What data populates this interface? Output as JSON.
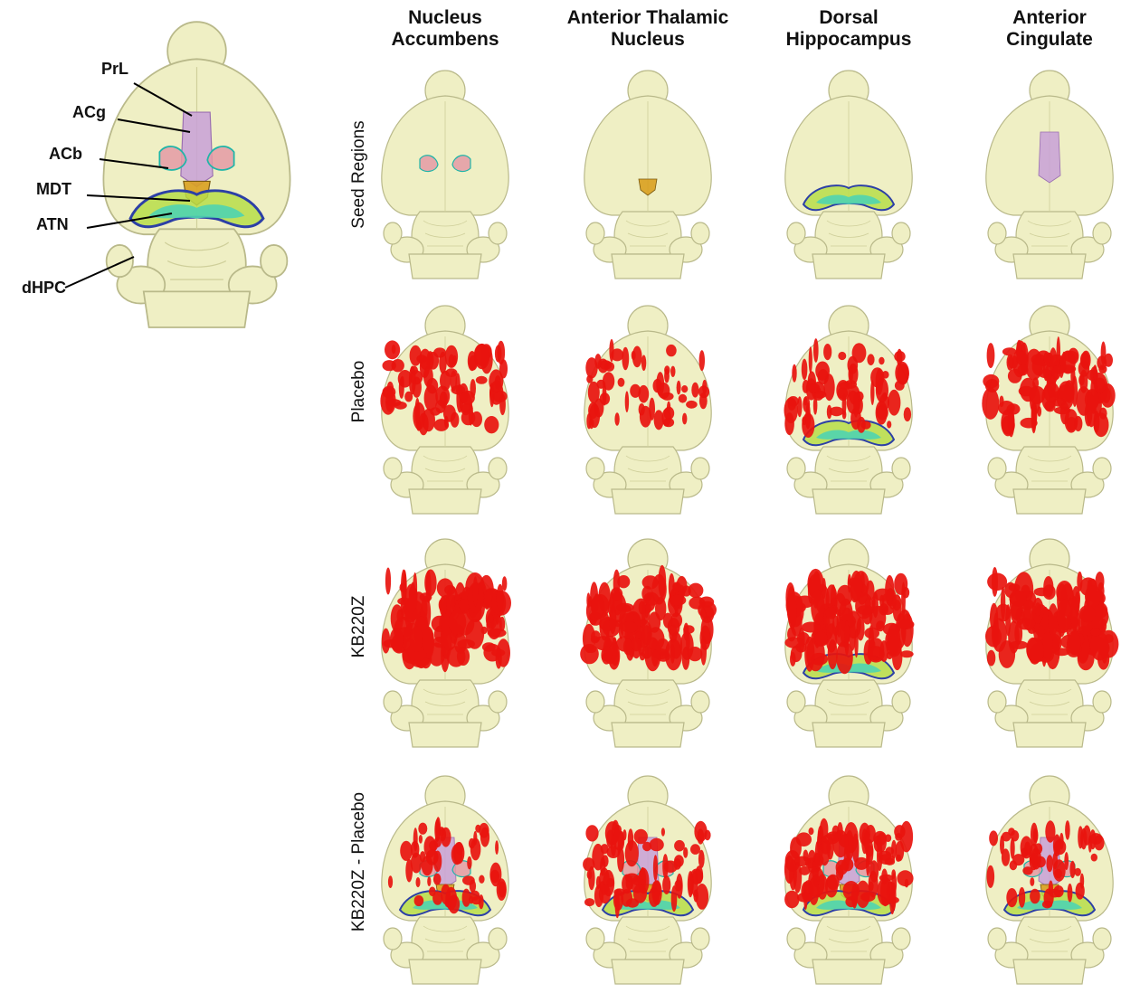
{
  "columns": [
    {
      "id": "acb",
      "title": "Nucleus\nAccumbens"
    },
    {
      "id": "atn",
      "title": "Anterior Thalamic\nNucleus"
    },
    {
      "id": "dhpc",
      "title": "Dorsal\nHippocampus"
    },
    {
      "id": "acg",
      "title": "Anterior\nCingulate"
    }
  ],
  "rows": [
    {
      "id": "seed",
      "label": "Seed Regions"
    },
    {
      "id": "placebo",
      "label": "Placebo"
    },
    {
      "id": "kb220z",
      "label": "KB220Z"
    },
    {
      "id": "diff",
      "label": "KB220Z - Placebo"
    }
  ],
  "reference_brain": {
    "labels": {
      "prl": "PrL",
      "acg": "ACg",
      "acb": "ACb",
      "mdt": "MDT",
      "atn": "ATN",
      "dhpc": "dHPC"
    }
  },
  "colors": {
    "brain_fill": "#efefc4",
    "brain_stroke": "#b9b98a",
    "activation": "#e8140e",
    "prl": "#c8a0d8",
    "acb": "#e49aa6",
    "acb_edge": "#1fb5a8",
    "atn": "#d9a020",
    "dhpc_core": "#4fd4b0",
    "dhpc_mid": "#b7dd4a",
    "dhpc_edge": "#2c3fa6"
  },
  "activation_density": {
    "placebo": {
      "acb": 0.6,
      "atn": 0.35,
      "dhpc": 0.5,
      "acg": 0.8
    },
    "kb220z": {
      "acb": 1.0,
      "atn": 0.9,
      "dhpc": 0.95,
      "acg": 1.0
    },
    "diff": {
      "acb": 0.35,
      "atn": 0.55,
      "dhpc": 0.75,
      "acg": 0.35
    }
  }
}
